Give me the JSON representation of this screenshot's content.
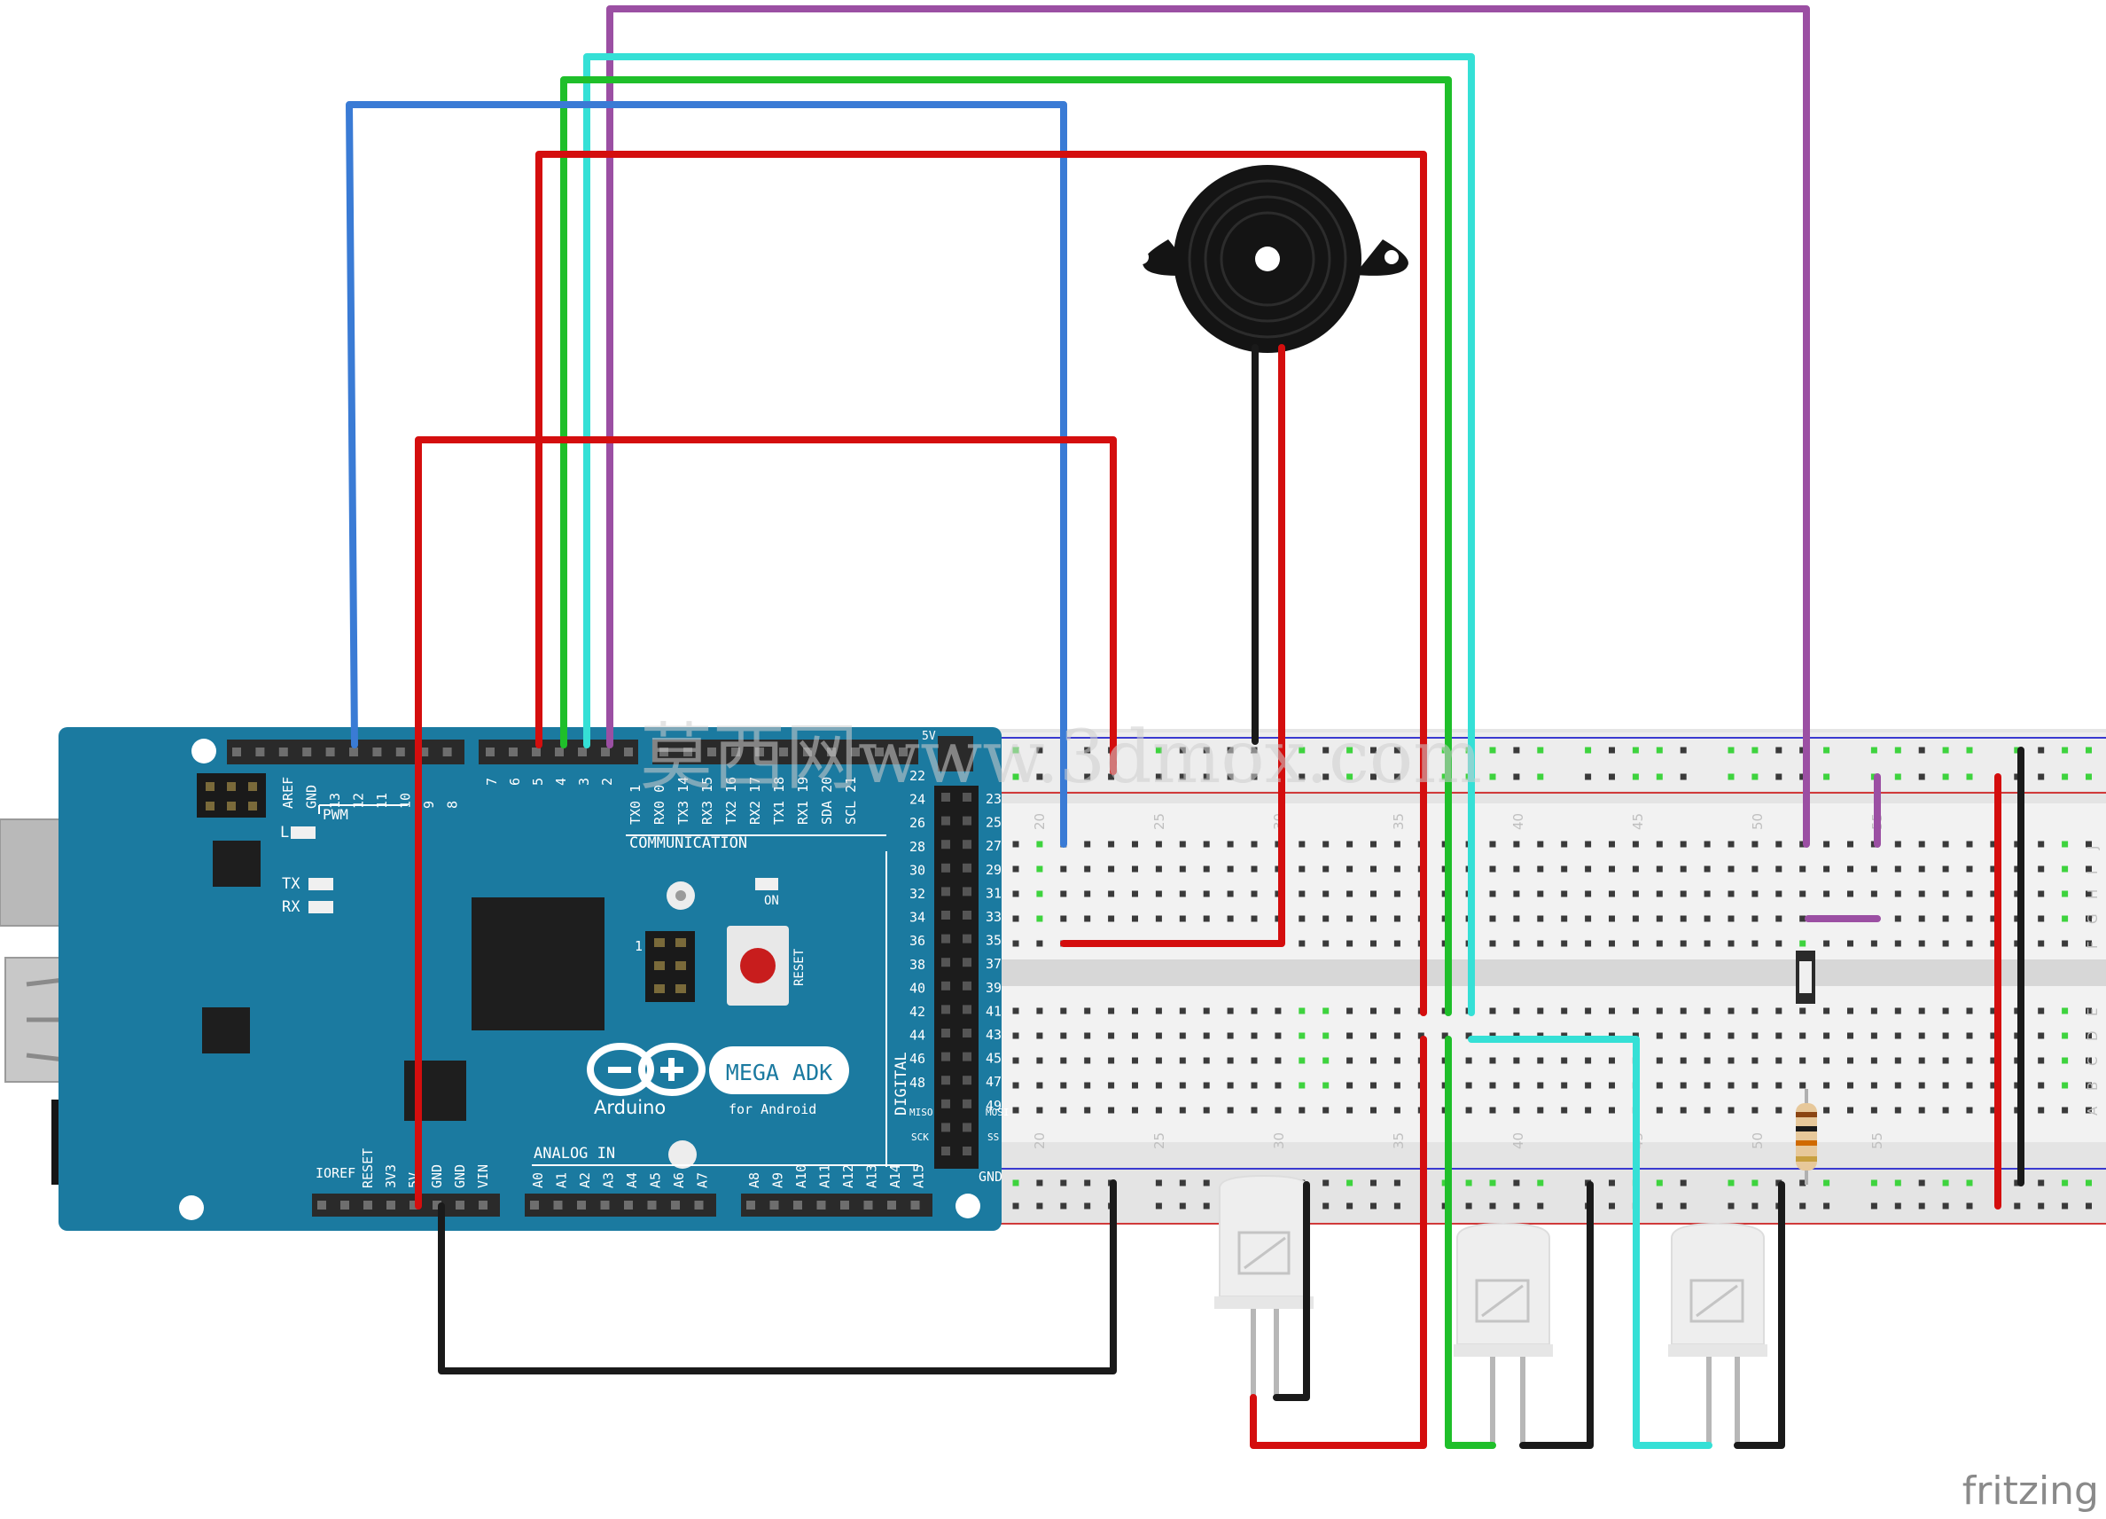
{
  "board": {
    "brand": "Arduino",
    "model": "MEGA ADK",
    "subtitle": "for Android",
    "pwm_label": "PWM",
    "comm_label": "COMMUNICATION",
    "analog_label": "ANALOG IN",
    "digital_label": "DIGITAL",
    "reset_label": "RESET",
    "on_label": "ON",
    "l_label": "L",
    "tx_label": "TX",
    "rx_label": "RX",
    "gnd_label": "GND",
    "v5_label": "5V",
    "icsp_label": "1",
    "miso_label": "MISO",
    "mosi_label": "MOSI",
    "sck_label": "SCK",
    "ss_label": "SS",
    "pwm_pins": [
      "AREF",
      "GND",
      "13",
      "12",
      "11",
      "10",
      "9",
      "8"
    ],
    "pwm_pins2": [
      "7",
      "6",
      "5",
      "4",
      "3",
      "2"
    ],
    "comm_pins": [
      "TX0 1",
      "RX0 0",
      "TX3 14",
      "RX3 15",
      "TX2 16",
      "RX2 17",
      "TX1 18",
      "RX1 19",
      "SDA 20",
      "SCL 21"
    ],
    "power_pins": [
      "IOREF",
      "RESET",
      "3V3",
      "5V",
      "GND",
      "GND",
      "VIN"
    ],
    "analog_pins": [
      "A0",
      "A1",
      "A2",
      "A3",
      "A4",
      "A5",
      "A6",
      "A7",
      "A8",
      "A9",
      "A10",
      "A11",
      "A12",
      "A13",
      "A14",
      "A15"
    ],
    "digital_left": [
      "22",
      "24",
      "26",
      "28",
      "30",
      "32",
      "34",
      "36",
      "38",
      "40",
      "42",
      "44",
      "46",
      "48"
    ],
    "digital_right": [
      "23",
      "25",
      "27",
      "29",
      "31",
      "33",
      "35",
      "37",
      "39",
      "41",
      "43",
      "45",
      "47",
      "49"
    ]
  },
  "breadboard": {
    "column_numbers": [
      "20",
      "25",
      "30",
      "35",
      "40",
      "45",
      "50",
      "55"
    ],
    "row_letters_top": [
      "J",
      "I",
      "H",
      "G",
      "F"
    ],
    "row_letters_bottom": [
      "E",
      "D",
      "C",
      "B",
      "A"
    ]
  },
  "watermark": {
    "text": "莫西网www.3dmox.com"
  },
  "footer": {
    "logo": "fritzing"
  },
  "colors": {
    "board": "#1b7aa0",
    "breadboard": "#e6e6e6",
    "wire_red": "#d40e0e",
    "wire_blue": "#3a7bd5",
    "wire_green": "#1fbf2a",
    "wire_cyan": "#35e0d6",
    "wire_purple": "#9b4fa3",
    "wire_black": "#1a1a1a"
  }
}
